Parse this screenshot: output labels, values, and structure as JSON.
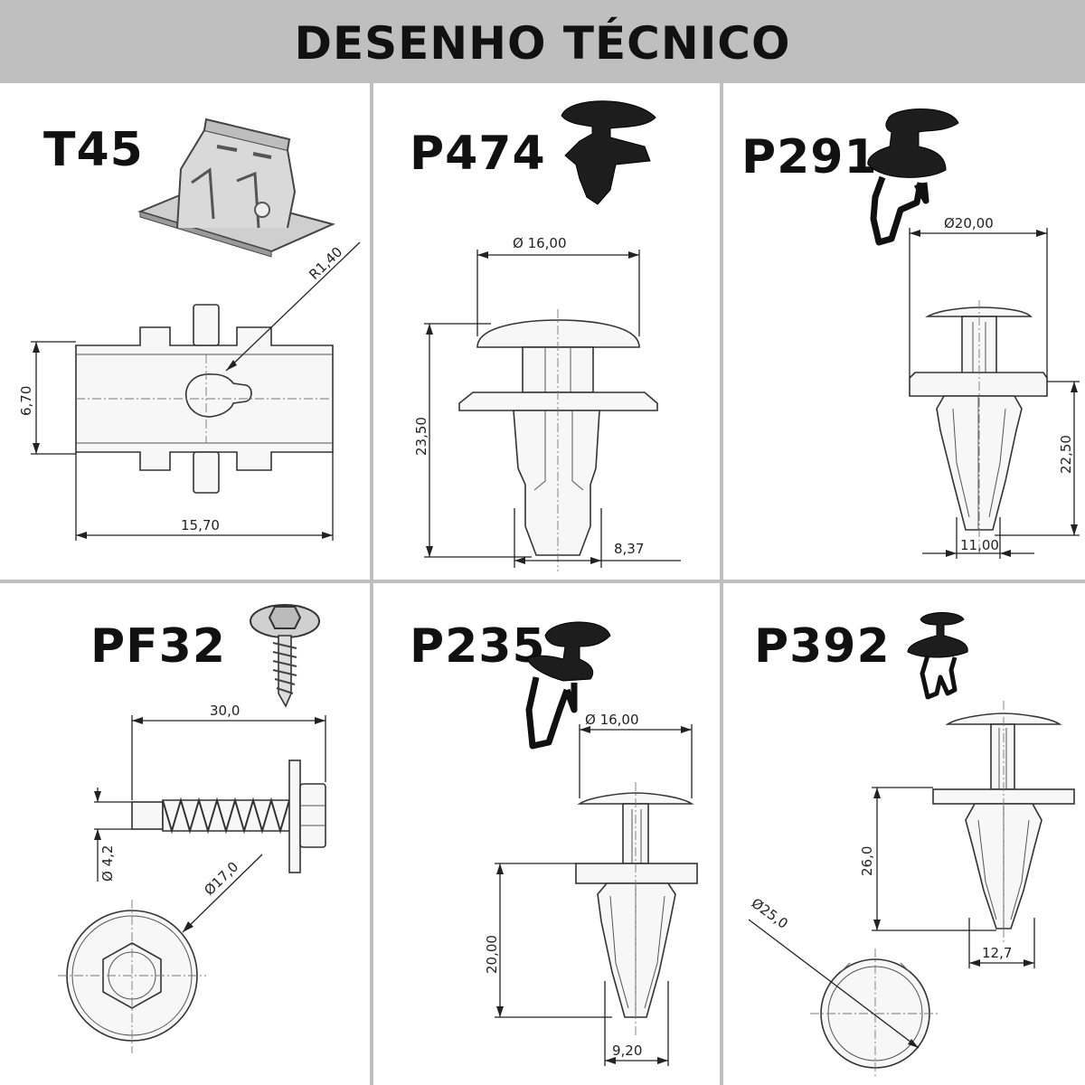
{
  "header": {
    "title": "DESENHO TÉCNICO"
  },
  "panels": [
    {
      "code": "T45",
      "dims": {
        "radius": "R1,40",
        "height": "6,70",
        "width": "15,70"
      }
    },
    {
      "code": "P474",
      "dims": {
        "diameter": "Ø 16,00",
        "height": "23,50",
        "tip": "8,37"
      }
    },
    {
      "code": "P291",
      "dims": {
        "diameter": "Ø20,00",
        "height": "22,50",
        "tip": "11,00"
      }
    },
    {
      "code": "PF32",
      "dims": {
        "length": "30,0",
        "shank": "Ø 4,2",
        "washer": "Ø17,0"
      }
    },
    {
      "code": "P235",
      "dims": {
        "diameter": "Ø 16,00",
        "height": "20,00",
        "tip": "9,20"
      }
    },
    {
      "code": "P392",
      "dims": {
        "height": "26,0",
        "tip": "12,7",
        "diameter": "Ø25,0"
      }
    }
  ],
  "colors": {
    "header_bg": "#bfbfbf",
    "divider": "#bfbfbf",
    "ink": "#111111"
  }
}
